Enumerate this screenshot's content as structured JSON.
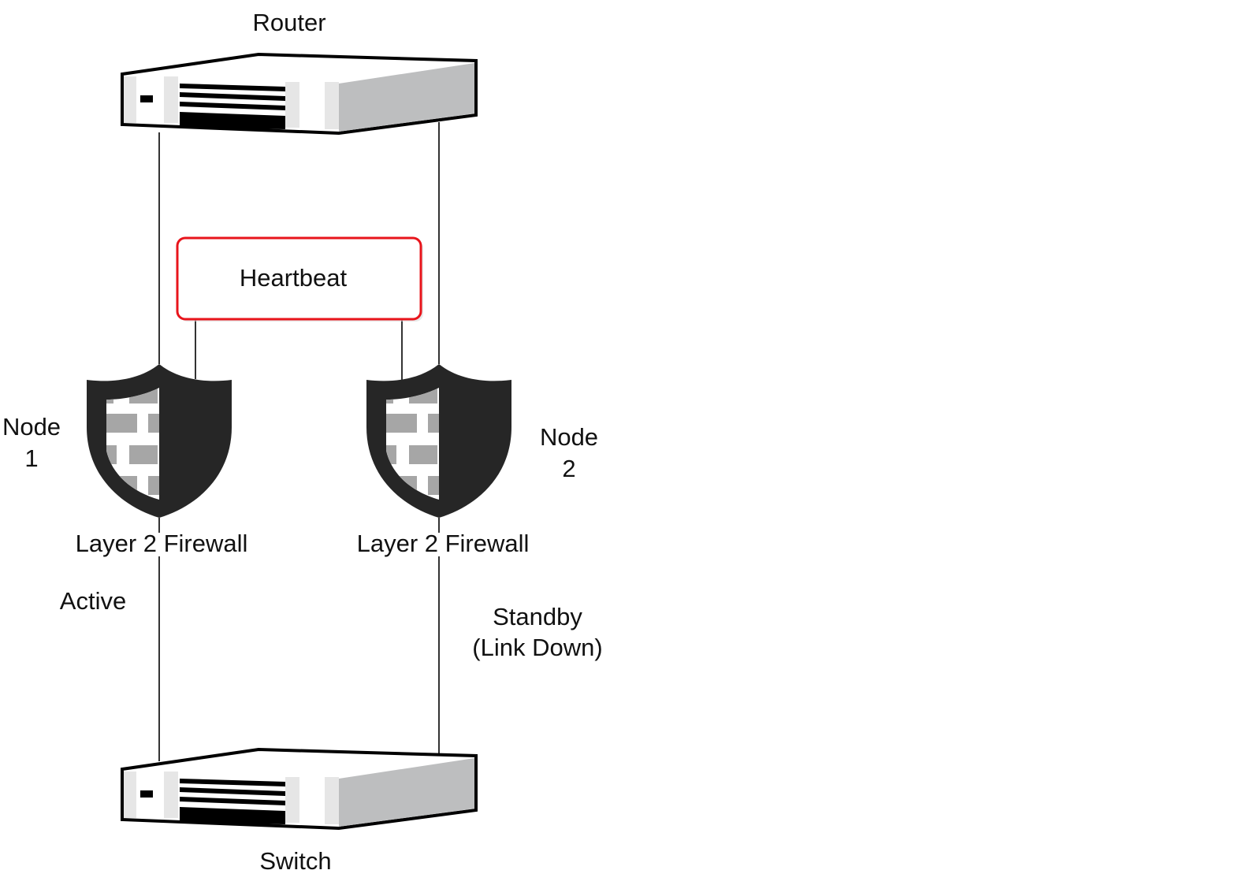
{
  "labels": {
    "router": "Router",
    "switch": "Switch",
    "heartbeat": "Heartbeat",
    "node1_line1": "Node",
    "node1_line2": "1",
    "node2_line1": "Node",
    "node2_line2": "2",
    "firewall1": "Layer 2 Firewall",
    "firewall2": "Layer 2 Firewall",
    "active": "Active",
    "standby_line1": "Standby",
    "standby_line2": "(Link Down)"
  },
  "colors": {
    "heartbeat_border": "#e8141b",
    "shield": "#262626",
    "brick": "#a6a6a6",
    "device_side": "#bdbebf"
  }
}
